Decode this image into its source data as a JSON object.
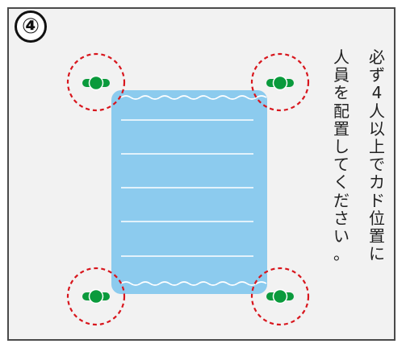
{
  "step_label": "④",
  "instruction_lines": [
    "必ず4人以上でカド位置に",
    "人員を配置してください。"
  ],
  "colors": {
    "frame_border": "#4a4a4a",
    "frame_fill": "#f2f2f2",
    "tarp_fill": "#8ccbee",
    "tarp_lines": "#ffffff",
    "corner_circle": "#d8161d",
    "figure_green": "#0a9a3c"
  },
  "icons": {
    "corner_marker": "dashed-circle-icon",
    "person": "person-top-view-icon"
  }
}
